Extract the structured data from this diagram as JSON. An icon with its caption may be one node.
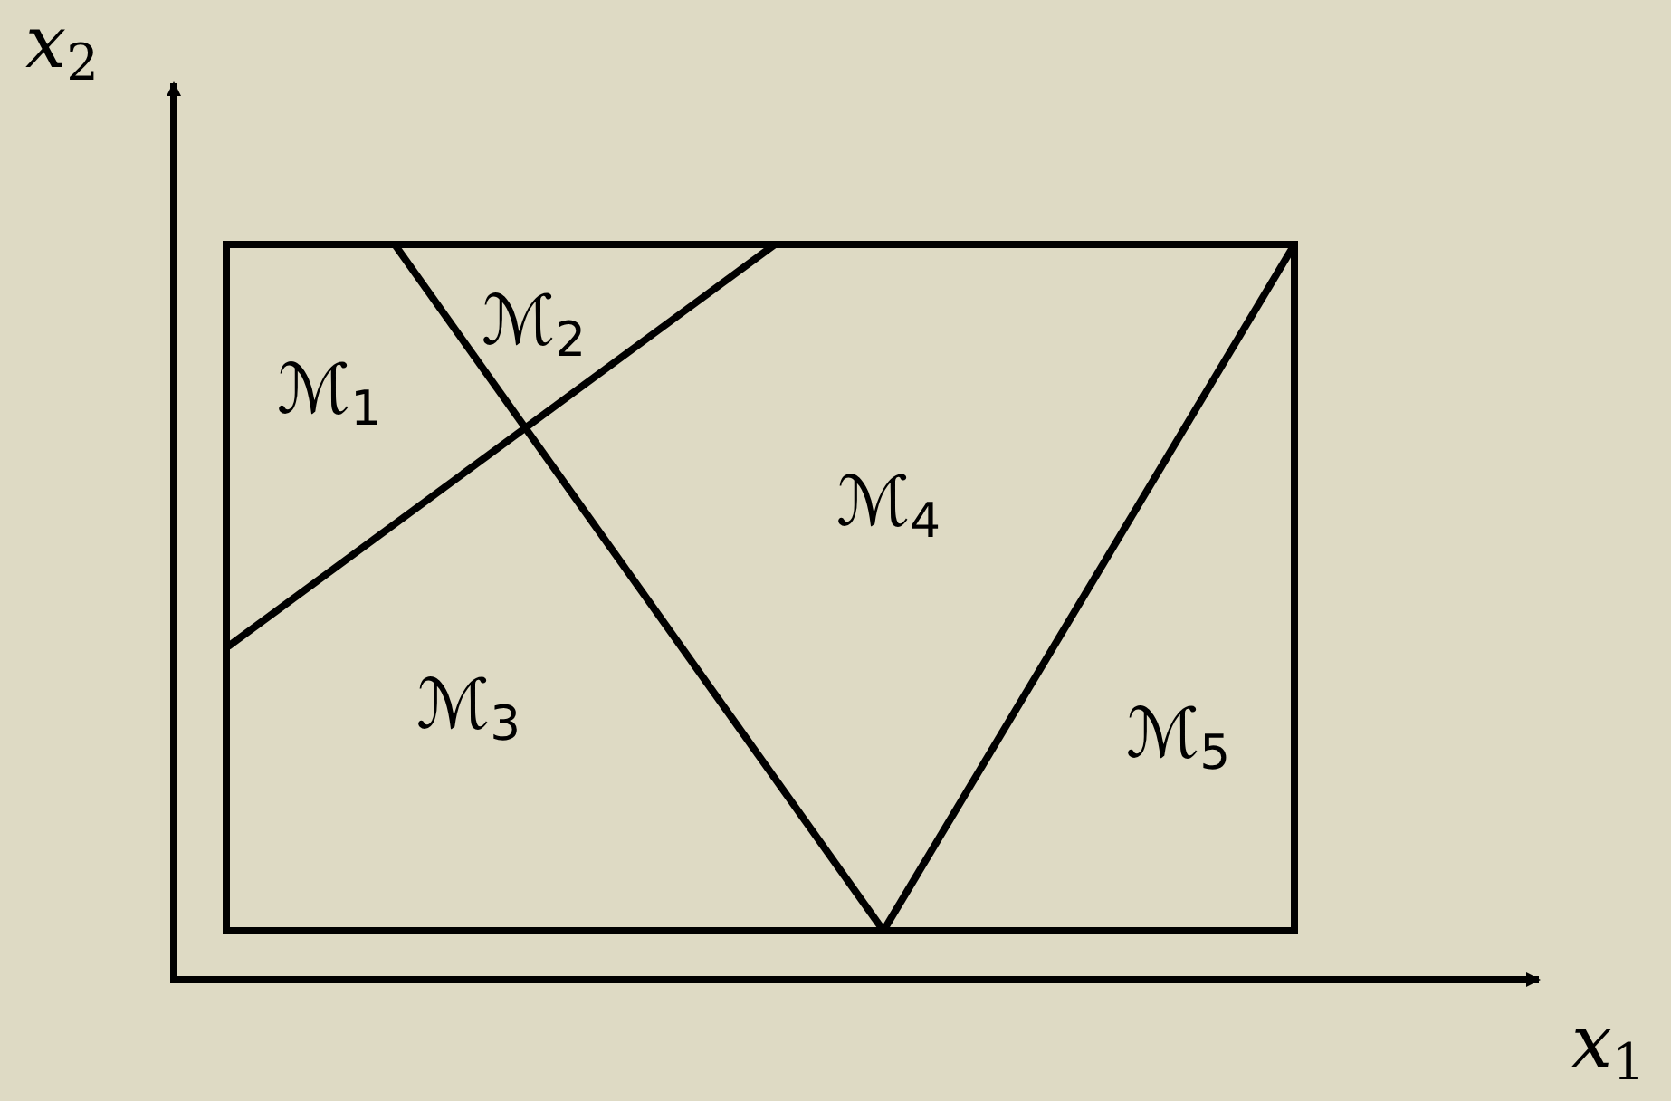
{
  "diagram": {
    "labels": [
      "x$_{2}$",
      "ℳ$_{2}$",
      "ℳ$_{1}$",
      "ℳ$_{4}$",
      "ℳ$_{3}$",
      "ℳ$_{5}$",
      "x$_{1}$"
    ]
  }
}
